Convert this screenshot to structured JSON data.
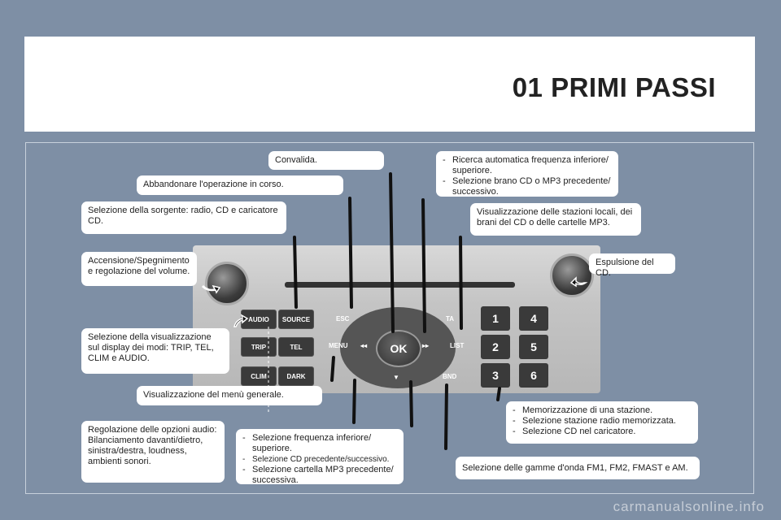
{
  "header": {
    "title": "01 PRIMI PASSI"
  },
  "callouts": {
    "convalida": "Convalida.",
    "abbandonare": "Abbandonare l'operazione in corso.",
    "sorgente": "Selezione della sorgente: radio, CD e caricatore CD.",
    "accensione": "Accensione/Spegnimento e regolazione del volume.",
    "visualizzazione_modi": "Selezione della visualizzazione sul display dei modi: TRIP, TEL, CLIM e AUDIO.",
    "menu_generale": "Visualizzazione del menù generale.",
    "opzioni_audio": "Regolazione delle opzioni audio: Bilanciamento davanti/dietro, sinistra/destra, loudness, ambienti sonori.",
    "ricerca": [
      "Ricerca automatica frequenza inferiore/ superiore.",
      "Selezione brano CD o MP3 precedente/ successivo."
    ],
    "stazioni_locali": "Visualizzazione delle stazioni locali, dei brani del CD o delle cartelle MP3.",
    "espulsione": "Espulsione del CD.",
    "memorizzazione": [
      "Memorizzazione di una stazione.",
      "Selezione stazione radio memorizzata.",
      "Selezione CD nel caricatore."
    ],
    "frequenza": [
      "Selezione frequenza inferiore/ superiore.",
      "Selezione CD precedente/successivo.",
      "Selezione cartella MP3 precedente/ successiva."
    ],
    "gamme": "Selezione delle gamme d'onda FM1, FM2, FMAST e AM."
  },
  "radio": {
    "buttons": {
      "audio": "AUDIO",
      "source": "SOURCE",
      "trip": "TRIP",
      "tel": "TEL",
      "clim": "CLIM",
      "dark": "DARK",
      "esc": "ESC",
      "menu": "MENU",
      "ta": "TA",
      "list": "LIST",
      "bnd": "BND",
      "ok": "OK",
      "prev": "◂◂",
      "next": "▸▸",
      "down": "▼"
    },
    "numbers": [
      "1",
      "4",
      "2",
      "5",
      "3",
      "6"
    ]
  },
  "footer": {
    "watermark": "carmanualsonline.info"
  },
  "colors": {
    "background": "#7e8fa5",
    "callout": "#ffffff",
    "arrow": "#111111"
  }
}
